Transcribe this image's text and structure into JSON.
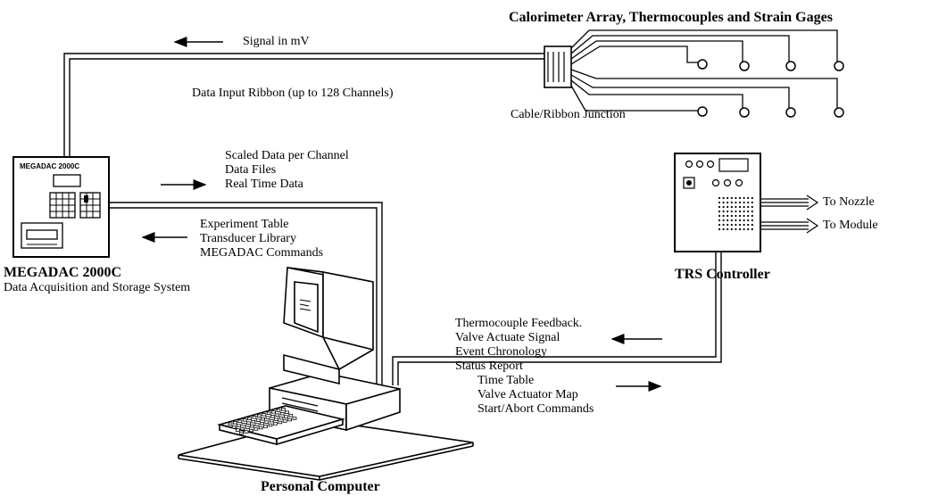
{
  "title": "Calorimeter Array, Thermocouples and Strain Gages",
  "top": {
    "signal": "Signal in mV",
    "ribbon": "Data Input Ribbon (up to 128 Channels)",
    "junction": "Cable/Ribbon Junction"
  },
  "megadac": {
    "panel_label": "MEGADAC 2000C",
    "name": "MEGADAC 2000C",
    "description": "Data Acquisition and Storage System"
  },
  "to_pc": [
    "Scaled Data per Channel",
    "Data Files",
    "Real Time Data"
  ],
  "from_pc": [
    "Experiment Table",
    "Transducer Library",
    "MEGADAC Commands"
  ],
  "trs": {
    "name": "TRS Controller",
    "outputs": [
      "To Nozzle",
      "To Module"
    ]
  },
  "feedback": [
    "Thermocouple Feedback.",
    "Valve Actuate Signal",
    "Event Chronology",
    "Status Report"
  ],
  "commands": [
    "Time Table",
    "Valve Actuator Map",
    "Start/Abort Commands"
  ],
  "pc": {
    "name": "Personal Computer"
  }
}
